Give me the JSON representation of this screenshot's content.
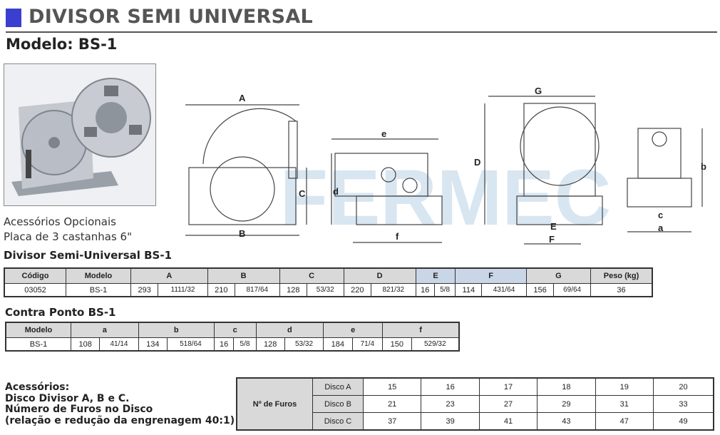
{
  "header": {
    "title": "DIVISOR SEMI UNIVERSAL",
    "accent_color": "#3b3fcf"
  },
  "model": {
    "label": "Modelo: BS-1"
  },
  "watermark": {
    "text": "FERMEC"
  },
  "drawing_labels": {
    "A": "A",
    "B": "B",
    "C": "C",
    "e": "e",
    "d": "d",
    "f": "f",
    "G": "G",
    "D": "D",
    "E": "E",
    "F": "F",
    "b": "b",
    "c": "c",
    "a": "a"
  },
  "accessories_optional": {
    "title": "Acessórios Opcionais",
    "item": "Placa de 3 castanhas 6\""
  },
  "table1": {
    "title": "Divisor Semi-Universal BS-1",
    "headers": [
      "Código",
      "Modelo",
      "A",
      "B",
      "C",
      "D",
      "E",
      "F",
      "G",
      "Peso (kg)"
    ],
    "row": {
      "codigo": "03052",
      "modelo": "BS-1",
      "A_mm": "293",
      "A_in": "1111/32",
      "B_mm": "210",
      "B_in": "817/64",
      "C_mm": "128",
      "C_in": "53/32",
      "D_mm": "220",
      "D_in": "821/32",
      "E_mm": "16",
      "E_in": "5/8",
      "F_mm": "114",
      "F_in": "431/64",
      "G_mm": "156",
      "G_in": "69/64",
      "peso": "36"
    }
  },
  "table2": {
    "title": "Contra Ponto BS-1",
    "headers": [
      "Modelo",
      "a",
      "b",
      "c",
      "d",
      "e",
      "f"
    ],
    "row": {
      "modelo": "BS-1",
      "a_mm": "108",
      "a_in": "41/14",
      "b_mm": "134",
      "b_in": "518/64",
      "c_mm": "16",
      "c_in": "5/8",
      "d_mm": "128",
      "d_in": "53/32",
      "e_mm": "184",
      "e_in": "71/4",
      "f_mm": "150",
      "f_in": "529/32"
    }
  },
  "accessories": {
    "line1": "Acessórios:",
    "line2": "Disco Divisor A, B e C.",
    "line3": "Número de Furos no Disco",
    "line4": "(relação e redução da engrenagem 40:1)"
  },
  "table3": {
    "row_label": "Nº de Furos",
    "disks": [
      {
        "name": "Disco A",
        "values": [
          "15",
          "16",
          "17",
          "18",
          "19",
          "20"
        ]
      },
      {
        "name": "Disco B",
        "values": [
          "21",
          "23",
          "27",
          "29",
          "31",
          "33"
        ]
      },
      {
        "name": "Disco C",
        "values": [
          "37",
          "39",
          "41",
          "43",
          "47",
          "49"
        ]
      }
    ]
  }
}
